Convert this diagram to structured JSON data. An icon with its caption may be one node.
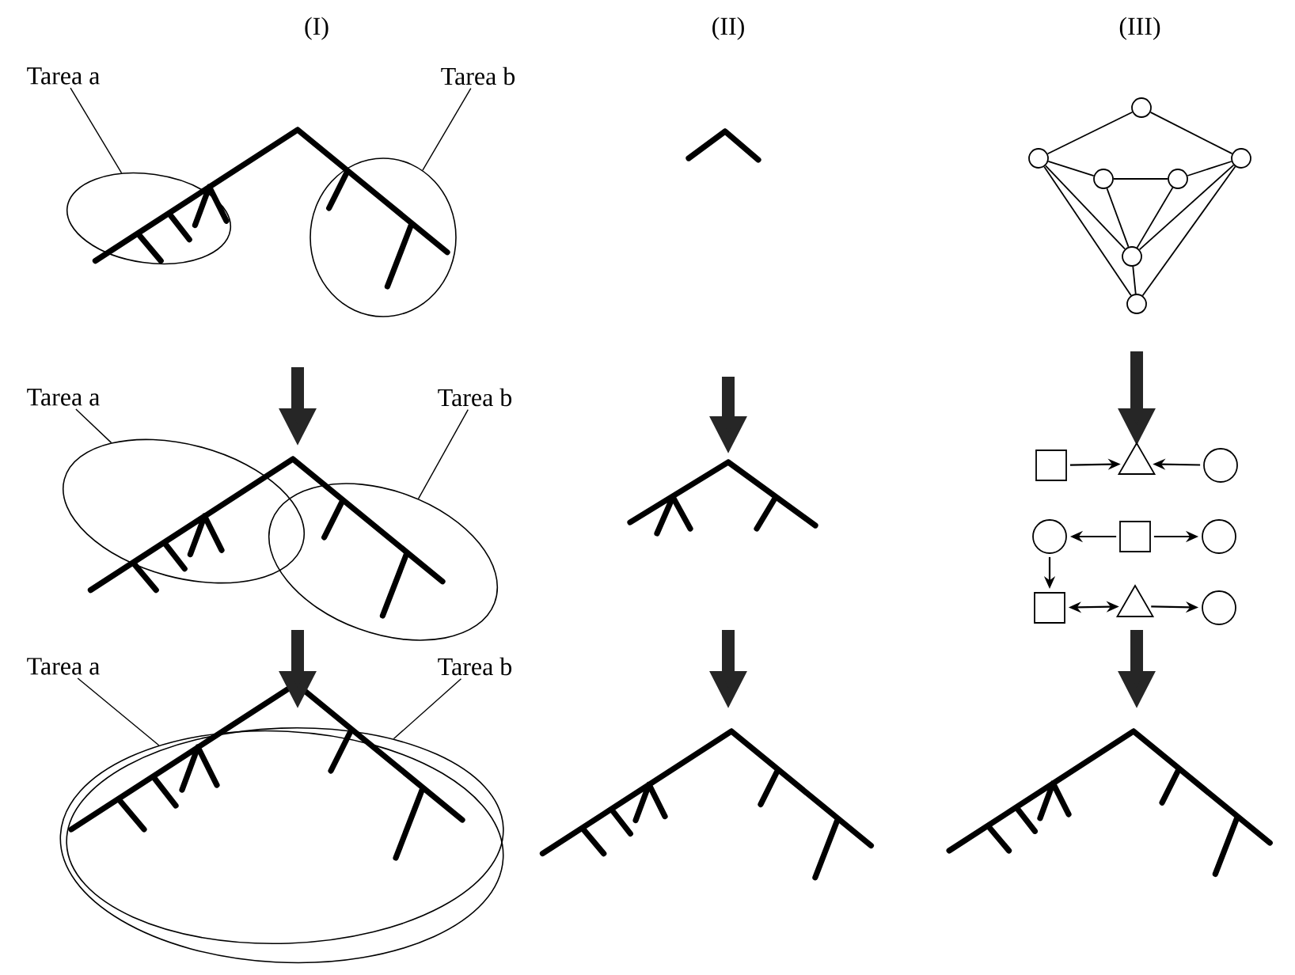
{
  "diagram": {
    "nodes": [
      {
        "text": [
          "Tarea a"
        ]
      },
      {
        "text": [
          "Tarea b"
        ]
      },
      {
        "text": [],
        "shape": "ellipse"
      },
      {
        "text": [],
        "shape": "ellipse"
      },
      {
        "text": [
          "Tarea a"
        ]
      },
      {
        "text": [
          "Tarea b"
        ]
      },
      {
        "text": [],
        "shape": "ellipse"
      },
      {
        "text": [],
        "shape": "ellipse"
      },
      {
        "text": [
          "Tarea a"
        ]
      },
      {
        "text": [
          "Tarea b"
        ]
      },
      {
        "text": [],
        "shape": "ellipse"
      },
      {
        "text": [],
        "shape": "ellipse"
      },
      {
        "text": [],
        "shape": "circle"
      },
      {
        "text": [],
        "shape": "circle"
      },
      {
        "text": [],
        "shape": "circle"
      },
      {
        "text": [],
        "shape": "circle"
      },
      {
        "text": [],
        "shape": "circle"
      },
      {
        "text": [],
        "shape": "circle"
      },
      {
        "text": [],
        "shape": "circle"
      },
      {
        "text": [],
        "shape": "box"
      },
      {
        "text": [],
        "shape": "triangle"
      },
      {
        "text": [],
        "shape": "circle"
      },
      {
        "text": [],
        "shape": "circle"
      },
      {
        "text": [],
        "shape": "box"
      },
      {
        "text": [],
        "shape": "circle"
      },
      {
        "text": [],
        "shape": "box"
      },
      {
        "text": [],
        "shape": "triangle"
      },
      {
        "text": [],
        "shape": "circle"
      }
    ],
    "edges": [
      {
        "from": 0,
        "to": 2,
        "arrow": "none"
      },
      {
        "from": 1,
        "to": 3,
        "arrow": "none"
      },
      {
        "from": 4,
        "to": 6,
        "arrow": "none"
      },
      {
        "from": 5,
        "to": 7,
        "arrow": "none"
      },
      {
        "from": 8,
        "to": 10,
        "arrow": "none"
      },
      {
        "from": 9,
        "to": 11,
        "arrow": "none"
      },
      {
        "from": 12,
        "to": 13,
        "arrow": "none"
      },
      {
        "from": 12,
        "to": 16,
        "arrow": "none"
      },
      {
        "from": 13,
        "to": 14,
        "arrow": "none"
      },
      {
        "from": 14,
        "to": 15,
        "arrow": "none"
      },
      {
        "from": 15,
        "to": 16,
        "arrow": "none"
      },
      {
        "from": 13,
        "to": 17,
        "arrow": "none"
      },
      {
        "from": 13,
        "to": 18,
        "arrow": "none"
      },
      {
        "from": 16,
        "to": 17,
        "arrow": "none"
      },
      {
        "from": 16,
        "to": 18,
        "arrow": "none"
      },
      {
        "from": 14,
        "to": 17,
        "arrow": "none"
      },
      {
        "from": 15,
        "to": 17,
        "arrow": "none"
      },
      {
        "from": 17,
        "to": 18,
        "arrow": "none"
      },
      {
        "from": 19,
        "to": 20,
        "arrow": "to"
      },
      {
        "from": 21,
        "to": 20,
        "arrow": "to"
      },
      {
        "from": 23,
        "to": 22,
        "arrow": "to"
      },
      {
        "from": 23,
        "to": 24,
        "arrow": "to"
      },
      {
        "from": 22,
        "to": 25,
        "arrow": "to"
      },
      {
        "from": 25,
        "to": 26,
        "arrow": "both"
      },
      {
        "from": 26,
        "to": 27,
        "arrow": "to"
      }
    ],
    "labels": [
      "(I)",
      "(II)",
      "(III)"
    ]
  }
}
